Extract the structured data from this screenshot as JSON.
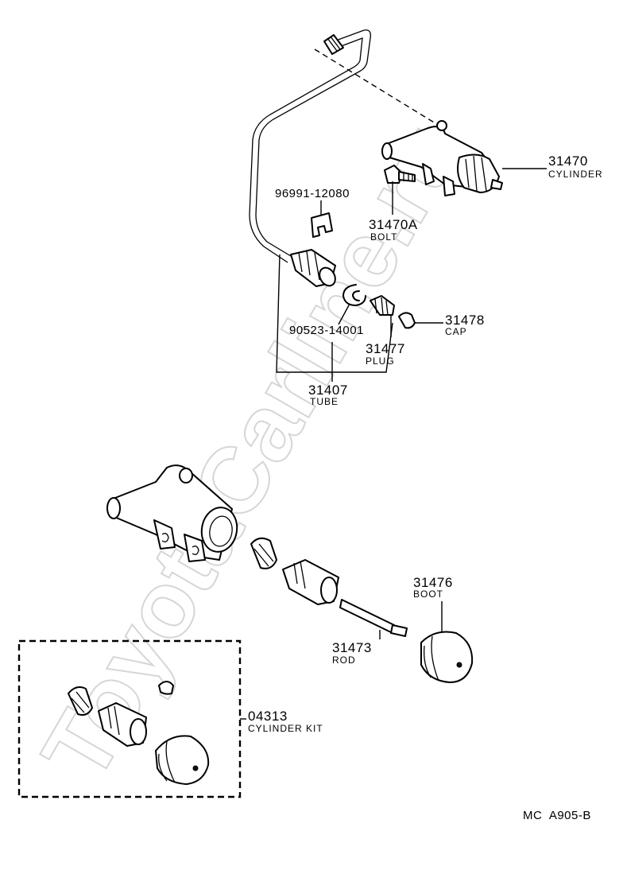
{
  "watermark": "ToyotaCarline.ru",
  "diagram_code": "MC  A905-B",
  "parts": [
    {
      "number": "31470",
      "name": "CYLINDER"
    },
    {
      "number": "31470A",
      "name": "BOLT"
    },
    {
      "number": "96991-12080",
      "name": ""
    },
    {
      "number": "31478",
      "name": "CAP"
    },
    {
      "number": "90523-14001",
      "name": ""
    },
    {
      "number": "31477",
      "name": "PLUG"
    },
    {
      "number": "31407",
      "name": "TUBE"
    },
    {
      "number": "31476",
      "name": "BOOT"
    },
    {
      "number": "31473",
      "name": "ROD"
    },
    {
      "number": "04313",
      "name": "CYLINDER KIT"
    }
  ]
}
